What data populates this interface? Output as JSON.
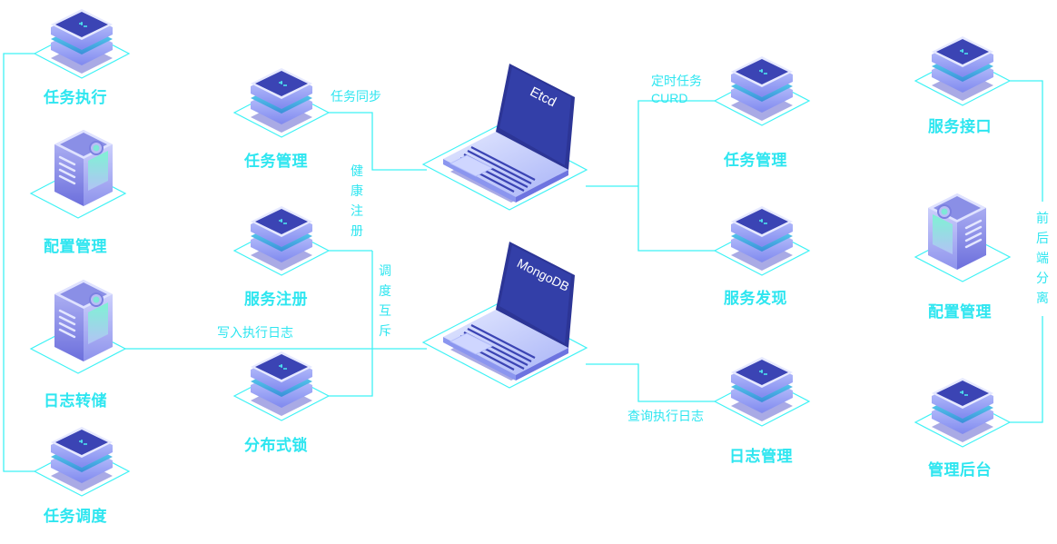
{
  "colors": {
    "accent": "#2ee6f0",
    "line": "#3ff2f5",
    "chip_top": "#3b44b4",
    "chip_side": "#8f9af5",
    "server_body": "#a9aef2",
    "server_window": "#7fe7d8",
    "laptop_screen": "#333fa8"
  },
  "nodes": [
    {
      "id": "task-exec",
      "label": "任务执行",
      "icon": "chip-stack-icon"
    },
    {
      "id": "config-mgmt-left",
      "label": "配置管理",
      "icon": "server-icon"
    },
    {
      "id": "log-dump",
      "label": "日志转储",
      "icon": "server-icon"
    },
    {
      "id": "task-schedule",
      "label": "任务调度",
      "icon": "chip-stack-icon"
    },
    {
      "id": "task-mgmt-left",
      "label": "任务管理",
      "icon": "chip-stack-icon"
    },
    {
      "id": "service-register",
      "label": "服务注册",
      "icon": "chip-stack-icon"
    },
    {
      "id": "distributed-lock",
      "label": "分布式锁",
      "icon": "chip-stack-icon"
    },
    {
      "id": "etcd",
      "label": "Etcd",
      "icon": "laptop-icon"
    },
    {
      "id": "mongodb",
      "label": "MongoDB",
      "icon": "laptop-icon"
    },
    {
      "id": "task-mgmt-right",
      "label": "任务管理",
      "icon": "chip-stack-icon"
    },
    {
      "id": "service-discovery",
      "label": "服务发现",
      "icon": "chip-stack-icon"
    },
    {
      "id": "log-mgmt",
      "label": "日志管理",
      "icon": "chip-stack-icon"
    },
    {
      "id": "service-api",
      "label": "服务接口",
      "icon": "chip-stack-icon"
    },
    {
      "id": "config-mgmt-right",
      "label": "配置管理",
      "icon": "server-icon"
    },
    {
      "id": "admin-backend",
      "label": "管理后台",
      "icon": "chip-stack-icon"
    }
  ],
  "edge_labels": {
    "task_sync": "任务同步",
    "health_register": "健康注册",
    "schedule_mutex": "调度互斥",
    "write_exec_log": "写入执行日志",
    "cron_task_line1": "定时任务",
    "cron_task_line2": "CURD",
    "query_exec_log": "查询执行日志",
    "frontend_backend_separation": "前后端分离"
  }
}
